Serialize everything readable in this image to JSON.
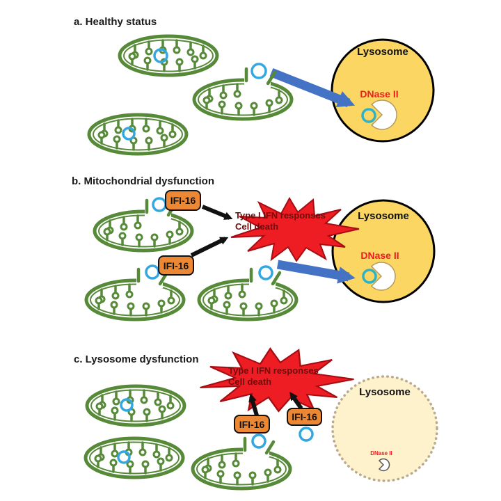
{
  "figure": {
    "panel_a": {
      "heading": "a. Healthy status",
      "lysosome_label": "Lysosome",
      "dnase_label": "DNase II"
    },
    "panel_b": {
      "heading": "b. Mitochondrial dysfunction",
      "lysosome_label": "Lysosome",
      "dnase_label": "DNase II",
      "ifi16_label_1": "IFI-16",
      "ifi16_label_2": "IFI-16",
      "burst_line_1": "Type I IFN responses",
      "burst_line_2": "Cell death"
    },
    "panel_c": {
      "heading": "c. Lysosome dysfunction",
      "lysosome_label": "Lysosome",
      "dnase_label": "DNase II",
      "ifi16_label_1": "IFI-16",
      "ifi16_label_2": "IFI-16",
      "burst_line_1": "Type I IFN responses",
      "burst_line_2": "Cell death"
    }
  },
  "icons": {
    "mitochondrion": "green-double-membrane-ellipse-with-cristae",
    "mtdna": "small-blue-open-circle",
    "dnase_enzyme": "white-pacman-shape",
    "starburst": "red-jagged-explosion",
    "arrow_release": "thick-blue-arrow",
    "arrow_signal": "black-arrow"
  },
  "colors": {
    "mito_green": "#578a38",
    "mtdna_blue": "#33a7e0",
    "mtdna_teal": "#2cb3c9",
    "arrow_blue": "#4472c4",
    "ink_black": "#111111",
    "lysosome_yellow": "#fbd662",
    "lysosome_pale": "#fef2cd",
    "starburst_red": "#ee1c23",
    "burst_text_dark": "#6e0d0d",
    "ifi16_orange": "#ec8733",
    "dnase_red": "#ee1c23"
  }
}
